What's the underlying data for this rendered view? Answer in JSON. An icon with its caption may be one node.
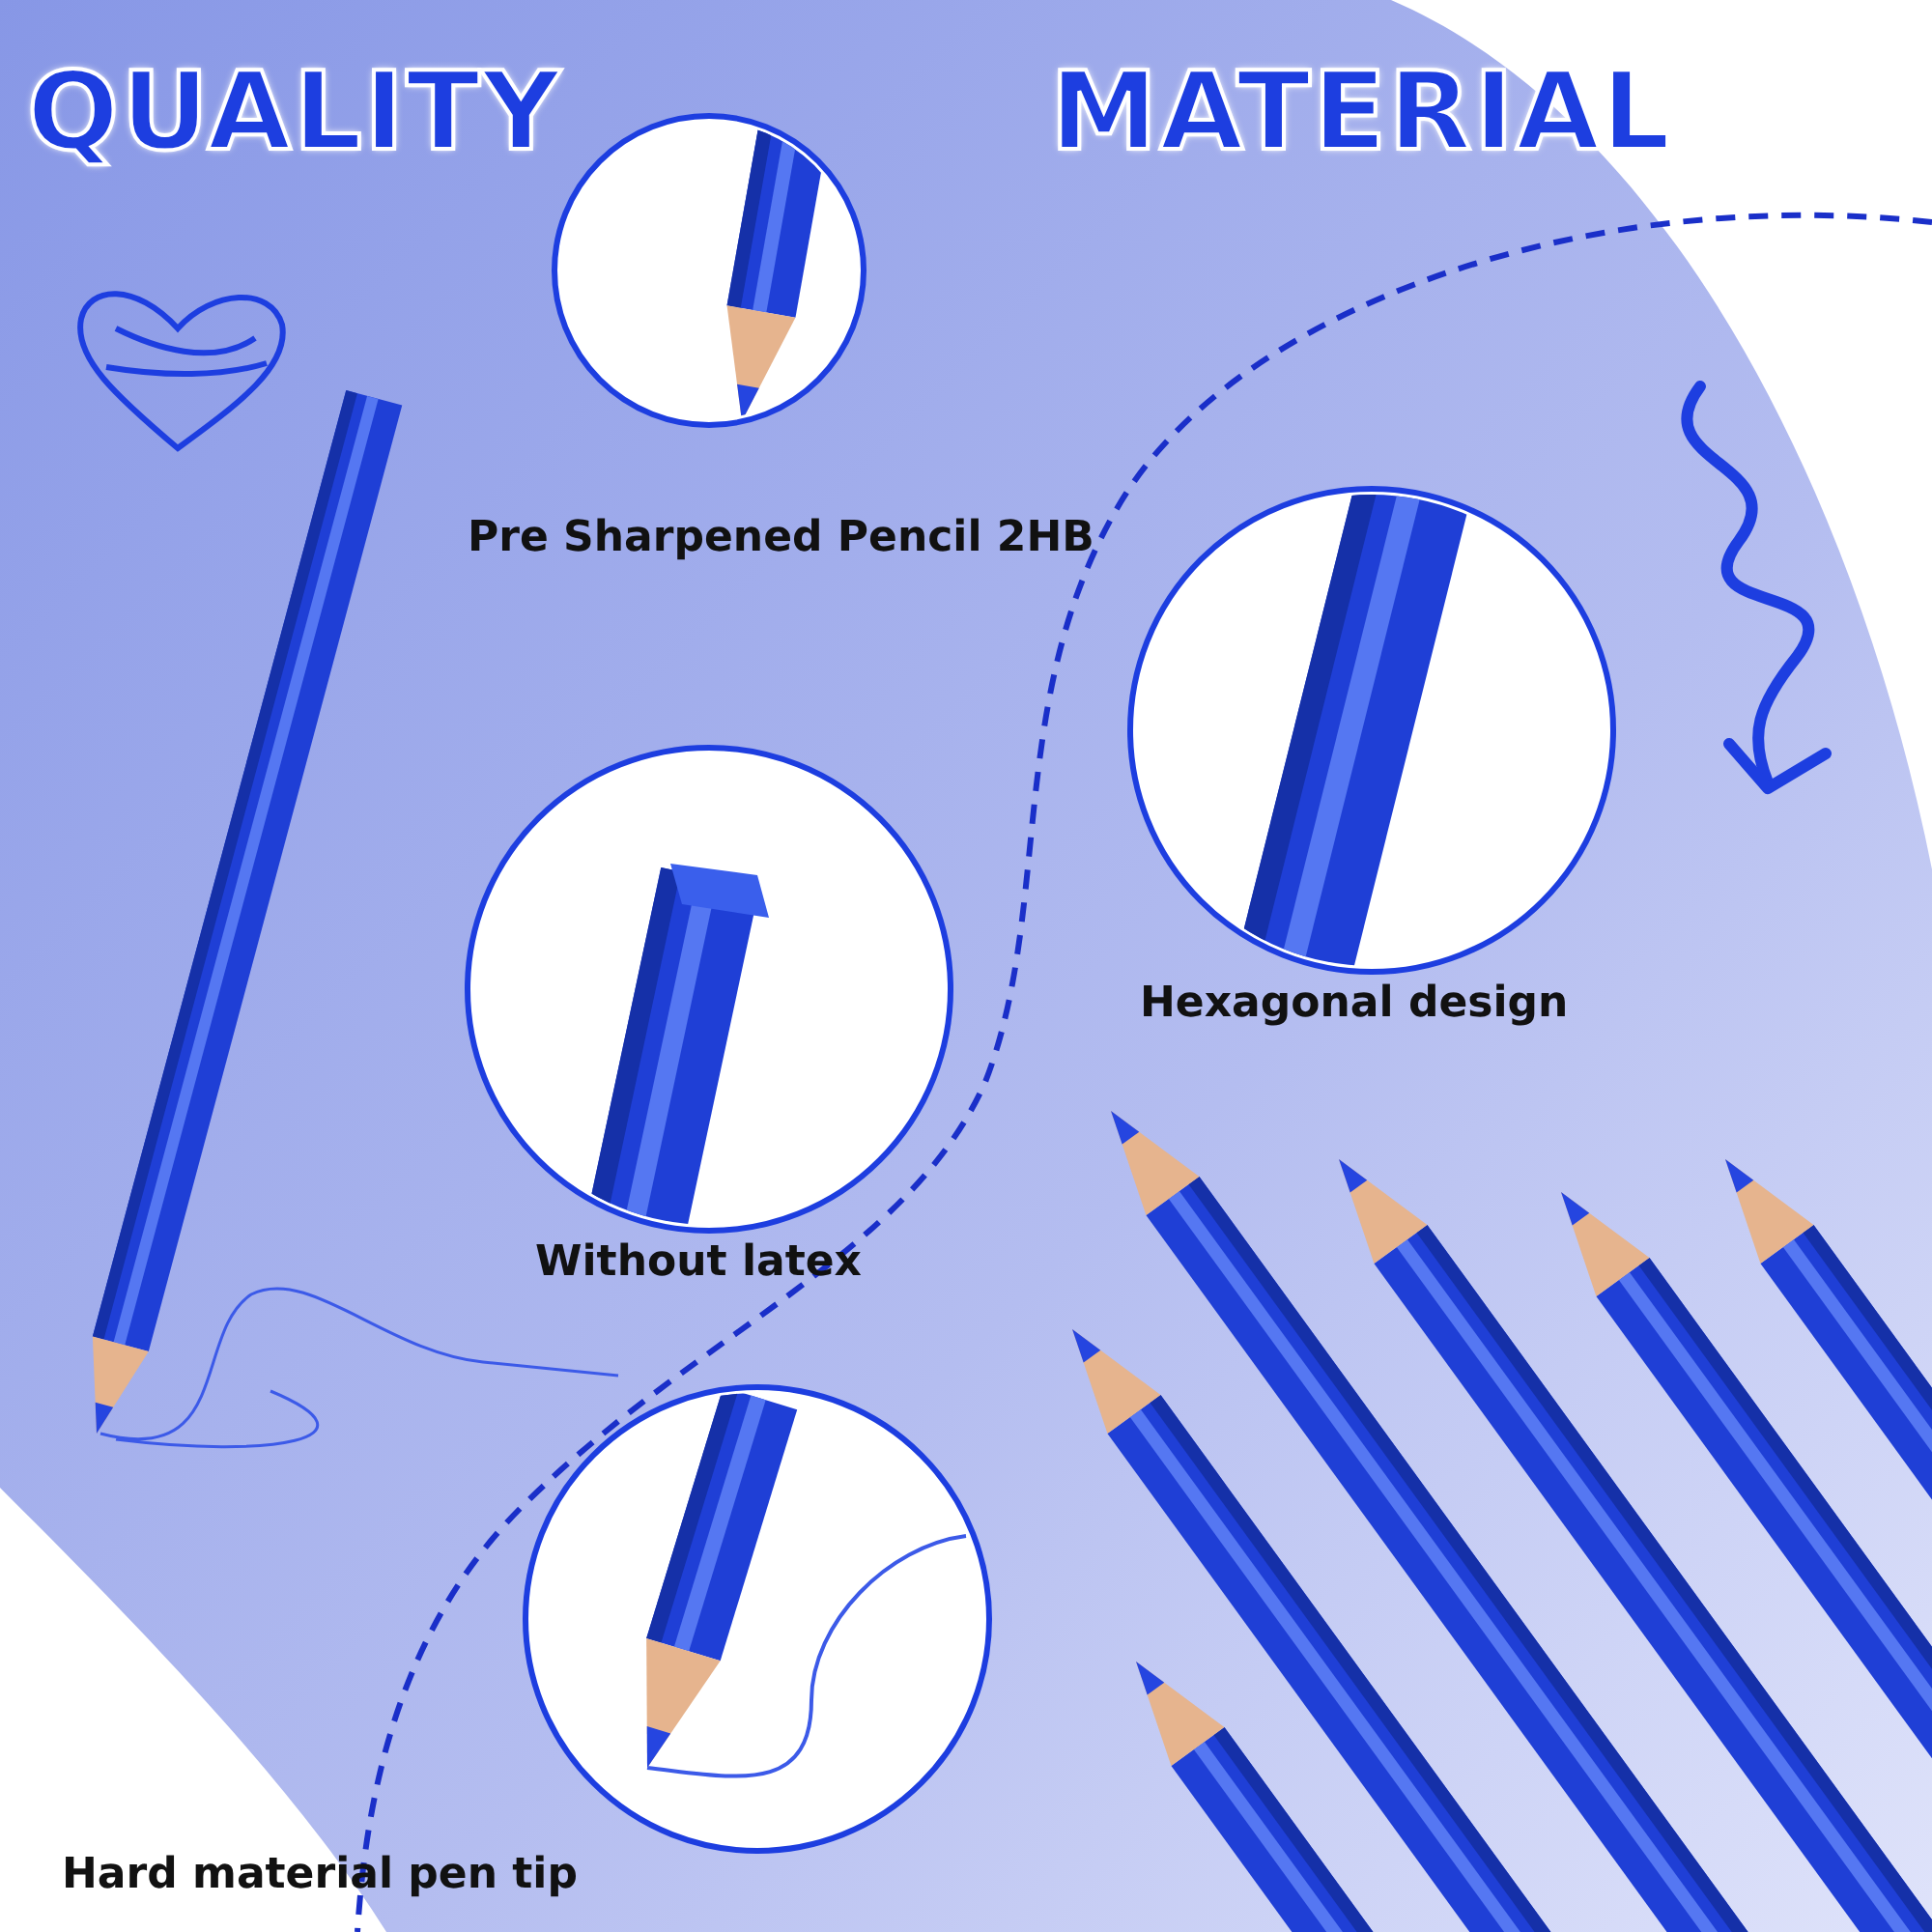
{
  "diagram": {
    "title": "QUALITY MATERIAL",
    "labels": [
      "Pre Sharpened Pencil 2HB",
      "Hexagonal design",
      "Without latex",
      "Hard material pen tip"
    ]
  }
}
